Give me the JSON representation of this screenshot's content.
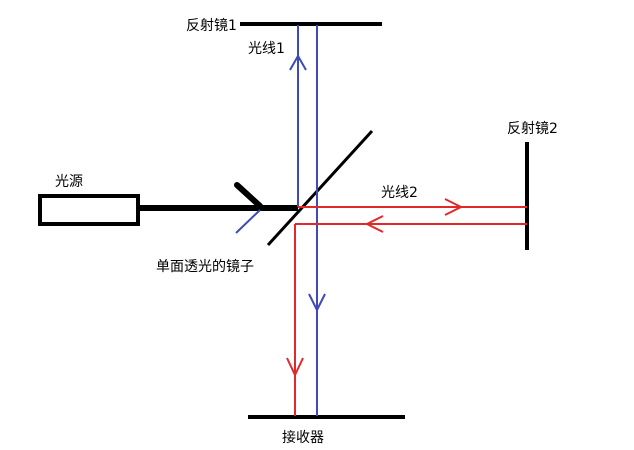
{
  "labels": {
    "mirror1": "反射镜1",
    "ray1": "光线1",
    "mirror2": "反射镜2",
    "source": "光源",
    "ray2": "光线2",
    "beam_splitter": "单面透光的镜子",
    "receiver": "接收器"
  },
  "colors": {
    "background": "#ffffff",
    "outline": "#000000",
    "ray1": "#3d4ab8",
    "ray2": "#e02a2a"
  }
}
